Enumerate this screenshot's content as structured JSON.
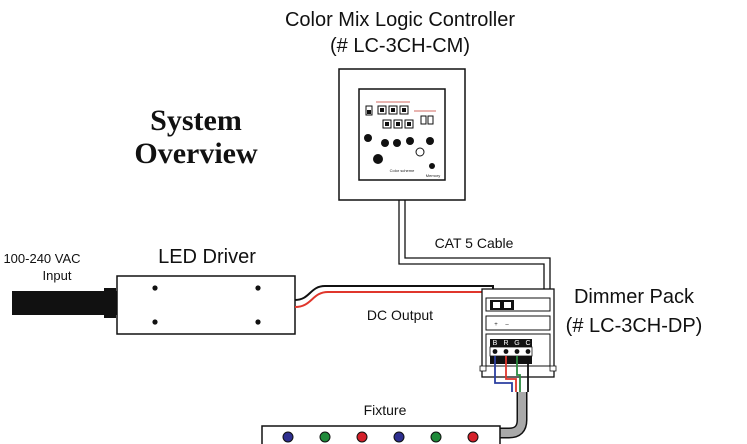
{
  "title": {
    "line1": "System",
    "line2": "Overview"
  },
  "controller": {
    "name": "Color Mix Logic Controller",
    "part": "(# LC-3CH-CM)",
    "panel_caption": "Color scheme",
    "panel_button_label": "Memory"
  },
  "led_driver": {
    "label": "LED Driver"
  },
  "input": {
    "line1": "100-240 VAC",
    "line2": "Input"
  },
  "dimmer_pack": {
    "name": "Dimmer Pack",
    "part": "(# LC-3CH-DP)",
    "terminal_labels": [
      "B",
      "R",
      "G",
      "C"
    ],
    "input_labels": [
      "+",
      "–"
    ]
  },
  "cables": {
    "cat5": "CAT 5 Cable",
    "dc_output": "DC Output"
  },
  "fixture": {
    "label": "Fixture",
    "leds": [
      {
        "color": "#2e2f8f"
      },
      {
        "color": "#1f8a3a"
      },
      {
        "color": "#d4202a"
      },
      {
        "color": "#2e2f8f"
      },
      {
        "color": "#1f8a3a"
      },
      {
        "color": "#d4202a"
      }
    ]
  },
  "colors": {
    "wire_red": "#e0362c",
    "wire_green": "#2a8a3e",
    "wire_blue": "#2b3fa0",
    "cable_gray": "#a9a9a9",
    "black": "#111111"
  }
}
